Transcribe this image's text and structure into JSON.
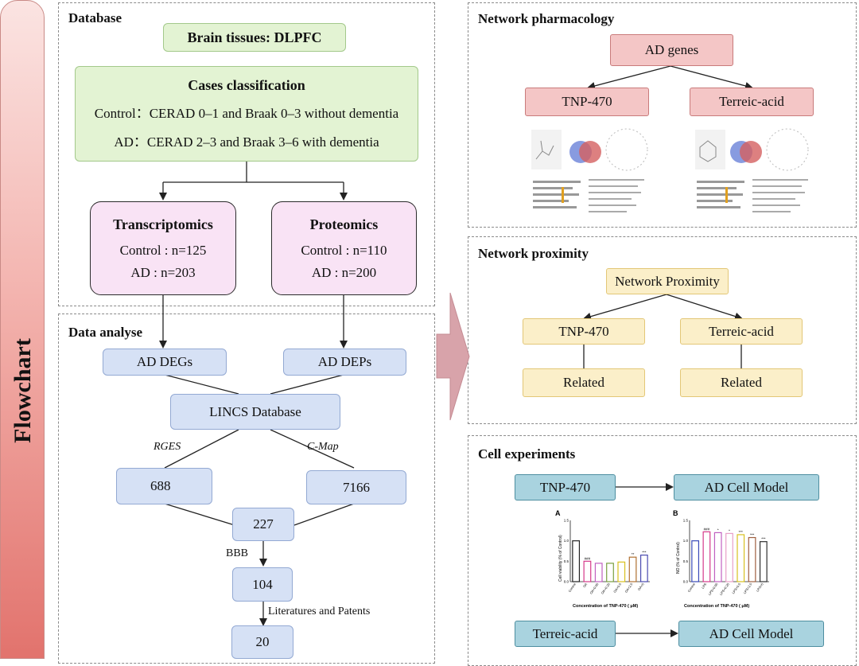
{
  "sidebar": {
    "label": "Flowchart"
  },
  "database": {
    "title": "Database",
    "brain": "Brain tissues: DLPFC",
    "cases_title": "Cases classification",
    "cases_control": "Control：CERAD 0–1 and Braak 0–3 without dementia",
    "cases_ad": "AD：CERAD 2–3 and Braak 3–6 with dementia",
    "transcriptomics": {
      "title": "Transcriptomics",
      "line1": "Control : n=125",
      "line2": "AD  : n=203"
    },
    "proteomics": {
      "title": "Proteomics",
      "line1": "Control : n=110",
      "line2": "AD : n=200"
    }
  },
  "analyse": {
    "title": "Data analyse",
    "degs": "AD DEGs",
    "deps": "AD DEPs",
    "lincs": "LINCS Database",
    "rges": "RGES",
    "cmap": "C-Map",
    "n688": "688",
    "n7166": "7166",
    "n227": "227",
    "bbb": "BBB",
    "n104": "104",
    "lit": "Literatures and Patents",
    "n20": "20"
  },
  "network_pharmacology": {
    "title": "Network pharmacology",
    "ad_genes": "AD genes",
    "left": "TNP-470",
    "right": "Terreic-acid"
  },
  "network_proximity": {
    "title": "Network proximity",
    "root": "Network Proximity",
    "left": "TNP-470",
    "right": "Terreic-acid",
    "left_result": "Related",
    "right_result": "Related"
  },
  "cell_experiments": {
    "title": "Cell experiments",
    "row1_drug": "TNP-470",
    "row1_model": "AD Cell Model",
    "row2_drug": "Terreic-acid",
    "row2_model": "AD Cell Model",
    "panel_a_letter": "A",
    "panel_b_letter": "B",
    "panel_a_ylabel": "Cell viability (% of Control)",
    "panel_b_ylabel": "NO (% of Control)",
    "panel_a_xlabel": "Concentration of TNP-470 ( μM)",
    "panel_b_xlabel": "Concentration of TNP-470 ( μM)"
  },
  "chart_data": [
    {
      "type": "bar",
      "title": "",
      "categories": [
        "Control",
        "OA",
        "OA+0.05",
        "OA+0.25",
        "OA+0.5",
        "OA+2.5",
        "OA+5"
      ],
      "values": [
        1.0,
        0.5,
        0.45,
        0.45,
        0.48,
        0.6,
        0.65
      ],
      "ylim": [
        0,
        1.5
      ],
      "colors": [
        "#222222",
        "#d63a8a",
        "#c060c0",
        "#7aa040",
        "#d8c020",
        "#b07030",
        "#4a4ab0"
      ],
      "annotations": [
        "",
        "###",
        "",
        "",
        "",
        "**",
        "***"
      ]
    },
    {
      "type": "bar",
      "title": "",
      "categories": [
        "Control",
        "LPS",
        "LPS+0.05",
        "LPS+0.25",
        "LPS+0.5",
        "LPS+2.5",
        "LPS+5"
      ],
      "values": [
        1.0,
        1.22,
        1.2,
        1.18,
        1.15,
        1.08,
        0.98
      ],
      "ylim": [
        0,
        1.5
      ],
      "colors": [
        "#3a4ab8",
        "#d63a8a",
        "#c060c0",
        "#e8a0c8",
        "#d8c020",
        "#a06040",
        "#303030"
      ],
      "annotations": [
        "",
        "###",
        "*",
        "*",
        "***",
        "***",
        "***"
      ]
    }
  ]
}
